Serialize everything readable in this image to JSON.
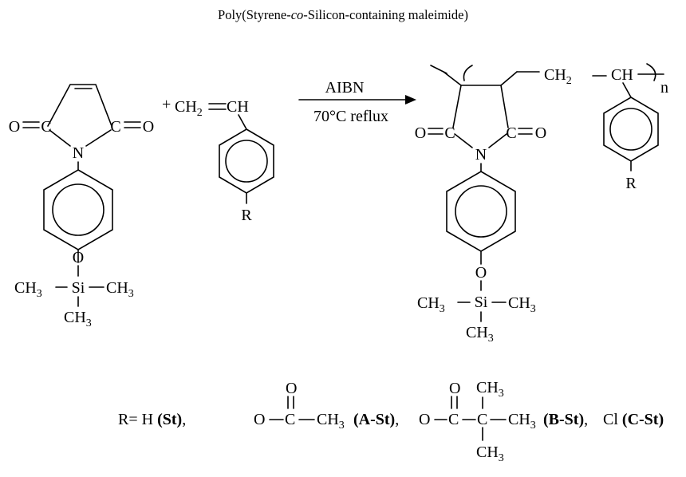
{
  "title": {
    "pre": "Poly(Styrene-",
    "co": "co",
    "post": "-Silicon-containing maleimide)"
  },
  "atoms": {
    "O": "O",
    "C": "C",
    "N": "N",
    "Si": "Si",
    "CH": "CH",
    "CH2": "CH",
    "CH3": "CH",
    "R": "R",
    "n": "n",
    "plus": "+",
    "sub2": "2",
    "sub3": "3"
  },
  "reaction": {
    "reagent": "AIBN",
    "condition": "70°C reflux"
  },
  "r_groups": {
    "prefix": "R= ",
    "h": {
      "label": "H ",
      "code": "(St)",
      "sep": ","
    },
    "a": {
      "code": "(A-St)",
      "sep": ","
    },
    "b": {
      "code": "(B-St)",
      "sep": ","
    },
    "c": {
      "label": "Cl ",
      "code": "(C-St)"
    }
  }
}
